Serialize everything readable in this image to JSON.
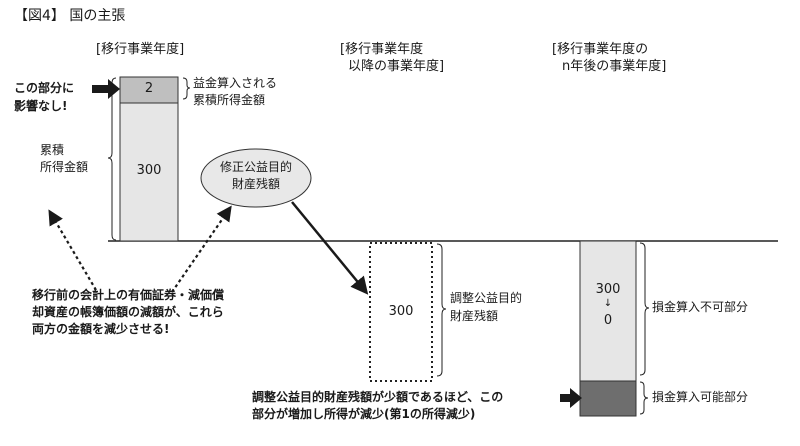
{
  "figure": {
    "title": "【図4】 国の主張"
  },
  "columns": {
    "col1": "[移行事業年度]",
    "col2_line1": "[移行事業年度",
    "col2_line2": "以降の事業年度]",
    "col3_line1": "[移行事業年度の",
    "col3_line2": "n年後の事業年度]"
  },
  "bars": {
    "top_value": "2",
    "bottom_value": "300",
    "adjusted_value": "300",
    "final_top": "300",
    "final_arrow": "↓",
    "final_bottom": "0"
  },
  "labels": {
    "no_effect_line1": "この部分に",
    "no_effect_line2": "影響なし!",
    "taxable_line1": "益金算入される",
    "taxable_line2": "累積所得金額",
    "cumulative_line1": "累積",
    "cumulative_line2": "所得金額",
    "modified_line1": "修正公益目的",
    "modified_line2": "財産残額",
    "adjusted_line1": "調整公益目的",
    "adjusted_line2": "財産残額",
    "non_deductible": "損金算入不可部分",
    "deductible": "損金算入可能部分"
  },
  "notes": {
    "reduction_line1": "移行前の会計上の有価証券・減価償",
    "reduction_line2": "却資産の帳簿価額の減額が、これら",
    "reduction_line3": "両方の金額を減少させる!",
    "increase_line1": "調整公益目的財産残額が少額であるほど、この",
    "increase_line2": "部分が増加し所得が減少(第1の所得減少)"
  },
  "colors": {
    "dark_fill": "#6e6e6e",
    "mid_fill": "#bfbfbf",
    "light_fill": "#e6e6e6",
    "ellipse_fill": "#e8e8e8"
  }
}
